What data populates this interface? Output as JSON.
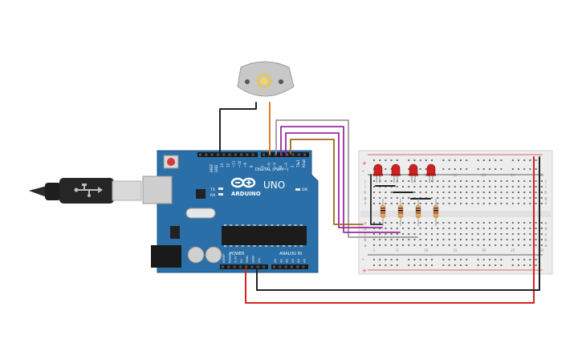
{
  "arduino": {
    "brand": "ARDUINO",
    "model": "UNO",
    "aref_label": "AREF",
    "gnd_label": "GND",
    "digital_label": "DIGITAL (PWM~)",
    "tx_label": "TX",
    "rx_label": "RX",
    "on_label": "ON",
    "power_label": "POWER",
    "analog_label": "ANALOG IN",
    "digital_pins": [
      "13",
      "12",
      "~11",
      "~10",
      "~9",
      "8",
      "7",
      "~6",
      "~5",
      "4",
      "~3",
      "2",
      "TX▸1",
      "RX◂0"
    ],
    "power_pins": [
      "IOREF",
      "RESET",
      "3.3V",
      "5V",
      "GND",
      "GND",
      "Vin"
    ],
    "analog_pins": [
      "A0",
      "A1",
      "A2",
      "A3",
      "A4",
      "A5"
    ]
  },
  "breadboard": {
    "row_letters_top": [
      "j",
      "i",
      "h",
      "g",
      "f"
    ],
    "row_letters_bottom": [
      "e",
      "d",
      "c",
      "b",
      "a"
    ],
    "plus_label": "+",
    "minus_label": "-",
    "column_numbers": [
      "1",
      "5",
      "10",
      "15",
      "20",
      "25",
      "30"
    ]
  },
  "colors": {
    "arduino_board": "#2a6fa8",
    "wire_black": "#222222",
    "wire_red": "#d92020",
    "wire_orange": "#e08020",
    "wire_purple": "#9a2aa0",
    "wire_grey": "#9a9a9a",
    "led_red": "#cc2222",
    "motor_body": "#c8c8c8",
    "motor_gear": "#f2c41a"
  },
  "components": {
    "usb_cable": "usb-b-cable",
    "motor": "dc-motor",
    "leds": 4,
    "resistors": 4
  }
}
